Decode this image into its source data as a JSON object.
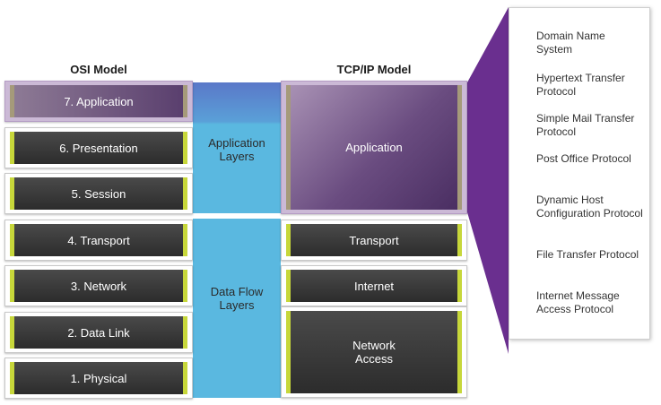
{
  "osi": {
    "title": "OSI Model",
    "layers": [
      "7. Application",
      "6. Presentation",
      "5. Session",
      "4. Transport",
      "3. Network",
      "2. Data Link",
      "1. Physical"
    ]
  },
  "tcpip": {
    "title": "TCP/IP Model",
    "layers": [
      "Application",
      "Transport",
      "Internet",
      "Network Access"
    ]
  },
  "groups": {
    "application_layers": "Application Layers",
    "data_flow_layers": "Data Flow Layers"
  },
  "protocols": [
    "Domain Name System",
    "Hypertext Transfer Protocol",
    "Simple Mail Transfer Protocol",
    "Post Office Protocol",
    "Dynamic Host Configuration Protocol",
    "File Transfer Protocol",
    "Internet Message Access Protocol"
  ],
  "colors": {
    "application_band": "#5ab8e0",
    "application_band_top": "#5a78c8",
    "data_flow_band": "#5ab8e0",
    "osi_layer_accent": "#c7d73a",
    "callout_accent": "#6a2f8f"
  }
}
